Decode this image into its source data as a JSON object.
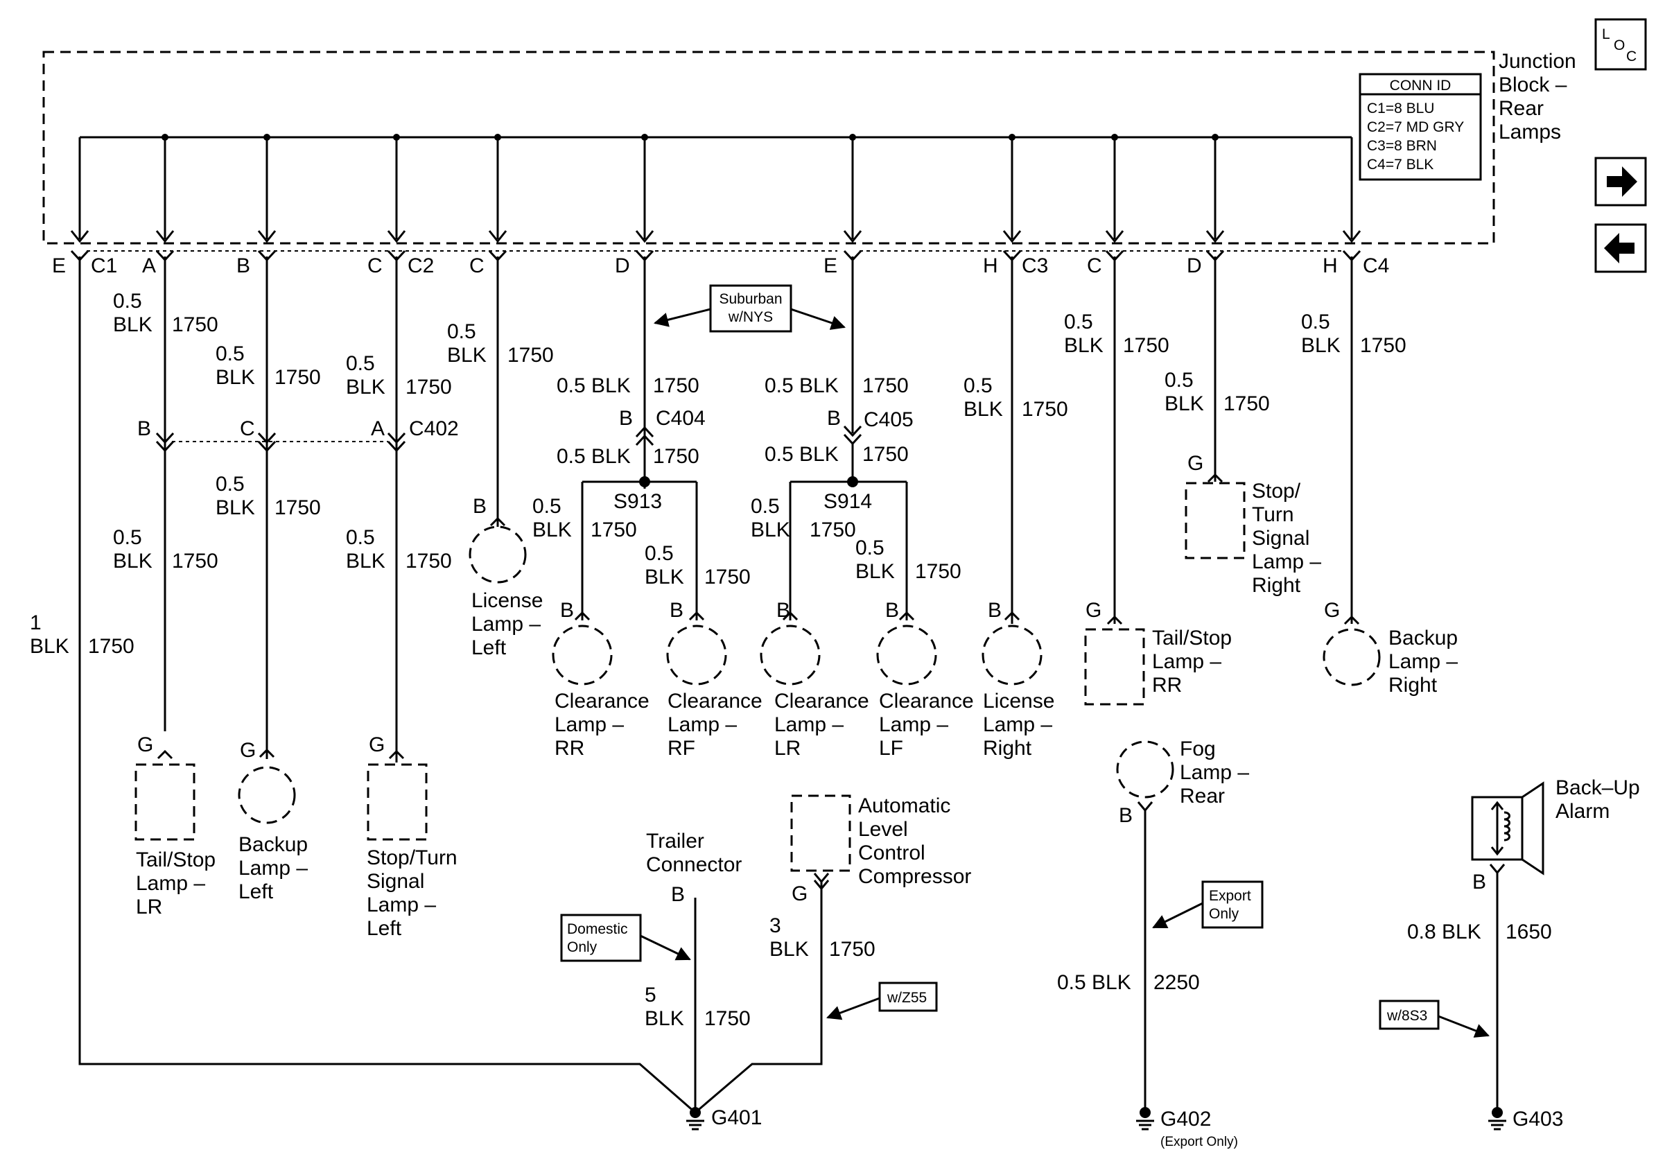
{
  "junction_block": {
    "title_lines": [
      "Junction",
      "Block –",
      "Rear",
      "Lamps"
    ],
    "conn_id": {
      "header": "CONN ID",
      "rows": [
        "C1=8 BLU",
        "C2=7 MD GRY",
        "C3=8 BRN",
        "C4=7 BLK"
      ]
    },
    "pins": {
      "e_c1_pin": "E",
      "c1": "C1",
      "a": "A",
      "b": "B",
      "c_c2_pin": "C",
      "c2": "C2",
      "c_lic": "C",
      "d": "D",
      "e": "E",
      "h_c3_pin": "H",
      "c3": "C3",
      "c_c4": "C",
      "d_c4": "D",
      "h_c4_pin": "H",
      "c4": "C4"
    }
  },
  "nav": {
    "loc": [
      "L",
      "O",
      "C"
    ]
  },
  "wires": {
    "w1": {
      "size": "1",
      "color": "BLK",
      "circuit": "1750"
    },
    "a_up": {
      "size": "0.5",
      "color": "BLK",
      "circuit": "1750"
    },
    "b_up": {
      "size": "0.5",
      "color": "BLK",
      "circuit": "1750"
    },
    "c_up": {
      "size": "0.5",
      "color": "BLK",
      "circuit": "1750"
    },
    "lic_l": {
      "size": "0.5",
      "color": "BLK",
      "circuit": "1750"
    },
    "d_up": {
      "label": "0.5 BLK",
      "circuit": "1750"
    },
    "d_dn": {
      "label": "0.5 BLK",
      "circuit": "1750"
    },
    "e_up": {
      "label": "0.5 BLK",
      "circuit": "1750"
    },
    "e_dn": {
      "label": "0.5 BLK",
      "circuit": "1750"
    },
    "lic_r": {
      "size": "0.5",
      "color": "BLK",
      "circuit": "1750"
    },
    "c4_c": {
      "size": "0.5",
      "color": "BLK",
      "circuit": "1750"
    },
    "c4_d": {
      "size": "0.5",
      "color": "BLK",
      "circuit": "1750"
    },
    "c4_h": {
      "size": "0.5",
      "color": "BLK",
      "circuit": "1750"
    },
    "a_dn": {
      "size": "0.5",
      "color": "BLK",
      "circuit": "1750"
    },
    "b_dn": {
      "size": "0.5",
      "color": "BLK",
      "circuit": "1750"
    },
    "c_dn": {
      "size": "0.5",
      "color": "BLK",
      "circuit": "1750"
    },
    "s913_l": {
      "size": "0.5",
      "color": "BLK",
      "circuit": "1750"
    },
    "s913_r": {
      "size": "0.5",
      "color": "BLK",
      "circuit": "1750"
    },
    "s914_l": {
      "size": "0.5",
      "color": "BLK",
      "circuit": "1750"
    },
    "s914_r": {
      "size": "0.5",
      "color": "BLK",
      "circuit": "1750"
    },
    "trailer": {
      "size": "5",
      "color": "BLK",
      "circuit": "1750"
    },
    "compressor": {
      "size": "3",
      "color": "BLK",
      "circuit": "1750"
    },
    "fog": {
      "label": "0.5 BLK",
      "circuit": "2250"
    },
    "alarm": {
      "label": "0.8 BLK",
      "circuit": "1650"
    }
  },
  "connectors": {
    "c402": {
      "name": "C402",
      "pins": [
        "B",
        "C",
        "A"
      ]
    },
    "c404": {
      "name": "C404",
      "pin": "B"
    },
    "c405": {
      "name": "C405",
      "pin": "B"
    }
  },
  "splices": {
    "s913": "S913",
    "s914": "S914"
  },
  "notes": {
    "suburban": [
      "Suburban",
      "w/NYS"
    ],
    "domestic": [
      "Domestic",
      "Only"
    ],
    "export": [
      "Export",
      "Only"
    ],
    "wz55": "w/Z55",
    "w8s3": "w/8S3"
  },
  "components": {
    "lic_left": {
      "pin": "B",
      "lines": [
        "License",
        "Lamp –",
        "Left"
      ]
    },
    "cl_rr": {
      "pin": "B",
      "lines": [
        "Clearance",
        "Lamp –",
        "RR"
      ]
    },
    "cl_rf": {
      "pin": "B",
      "lines": [
        "Clearance",
        "Lamp –",
        "RF"
      ]
    },
    "cl_lr": {
      "pin": "B",
      "lines": [
        "Clearance",
        "Lamp –",
        "LR"
      ]
    },
    "cl_lf": {
      "pin": "B",
      "lines": [
        "Clearance",
        "Lamp –",
        "LF"
      ]
    },
    "lic_right": {
      "pin": "B",
      "lines": [
        "License",
        "Lamp –",
        "Right"
      ]
    },
    "tail_rr": {
      "pin": "G",
      "lines": [
        "Tail/Stop",
        "Lamp –",
        "RR"
      ]
    },
    "stop_right": {
      "pin": "G",
      "lines": [
        "Stop/",
        "Turn",
        "Signal",
        "Lamp –",
        "Right"
      ]
    },
    "backup_right": {
      "pin": "G",
      "lines": [
        "Backup",
        "Lamp –",
        "Right"
      ]
    },
    "tail_lr": {
      "pin": "G",
      "lines": [
        "Tail/Stop",
        "Lamp –",
        "LR"
      ]
    },
    "backup_left": {
      "pin": "G",
      "lines": [
        "Backup",
        "Lamp –",
        "Left"
      ]
    },
    "stop_left": {
      "pin": "G",
      "lines": [
        "Stop/Turn",
        "Signal",
        "Lamp –",
        "Left"
      ]
    },
    "trailer": {
      "pin": "B",
      "lines": [
        "Trailer",
        "Connector"
      ]
    },
    "compressor": {
      "pin": "G",
      "lines": [
        "Automatic",
        "Level",
        "Control",
        "Compressor"
      ]
    },
    "fog": {
      "pin": "B",
      "lines": [
        "Fog",
        "Lamp –",
        "Rear"
      ]
    },
    "alarm": {
      "pin": "B",
      "lines": [
        "Back–Up",
        "Alarm"
      ]
    }
  },
  "grounds": {
    "g401": {
      "name": "G401"
    },
    "g402": {
      "name": "G402",
      "note": "(Export Only)"
    },
    "g403": {
      "name": "G403"
    }
  }
}
